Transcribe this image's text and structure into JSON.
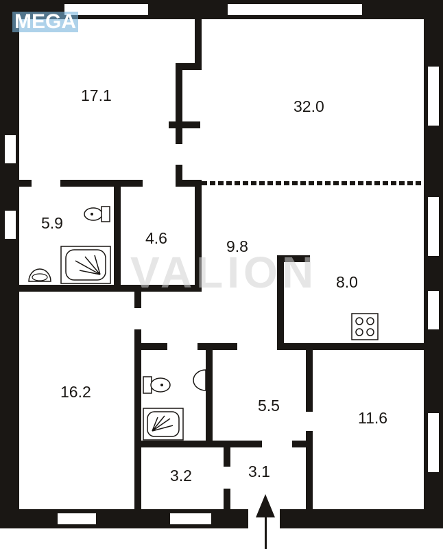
{
  "watermark": {
    "brand": "MEGA",
    "text": "VALION"
  },
  "rooms": [
    {
      "id": "room-17-1",
      "area": "17.1"
    },
    {
      "id": "room-32-0",
      "area": "32.0"
    },
    {
      "id": "bathroom-5-9",
      "area": "5.9"
    },
    {
      "id": "room-4-6",
      "area": "4.6"
    },
    {
      "id": "hall-9-8",
      "area": "9.8"
    },
    {
      "id": "kitchen-8-0",
      "area": "8.0"
    },
    {
      "id": "room-16-2",
      "area": "16.2"
    },
    {
      "id": "hall-5-5",
      "area": "5.5"
    },
    {
      "id": "room-11-6",
      "area": "11.6"
    },
    {
      "id": "storage-3-2",
      "area": "3.2"
    },
    {
      "id": "entry-3-1",
      "area": "3.1"
    }
  ],
  "colors": {
    "wall": "#1a1714",
    "background": "#ffffff"
  }
}
